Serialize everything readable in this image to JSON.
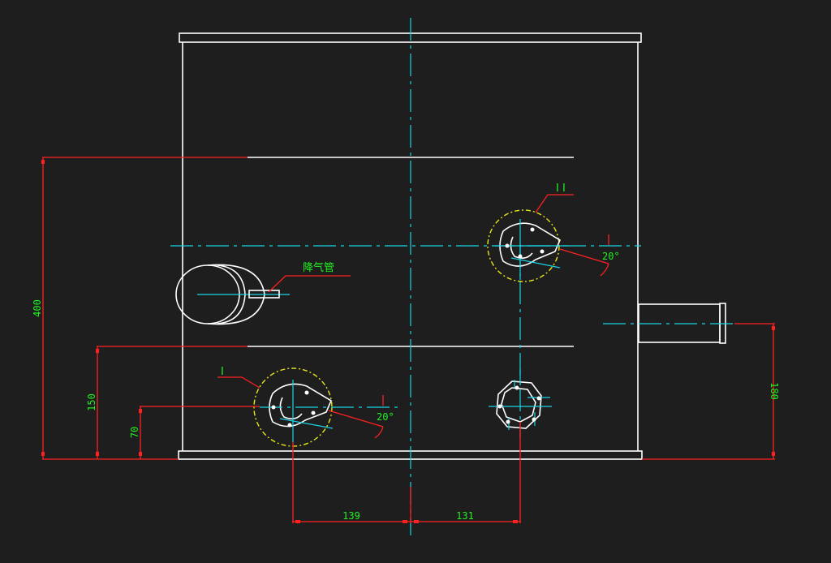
{
  "drawing": {
    "background": "#1e1e1e",
    "colors": {
      "outline": "#ffffff",
      "centerline": "#19d4e6",
      "dimension": "#ff2020",
      "text": "#22ee22",
      "detail_circle": "#e6e61a"
    },
    "labels": {
      "detail_I": "I",
      "detail_II": "I I",
      "vent_pipe": "降气管"
    },
    "dimensions": {
      "overall_height": "400",
      "left_port_height": "150",
      "lower_port_height": "70",
      "outlet_height": "180",
      "left_offset": "139",
      "right_offset": "131",
      "angle_upper": "20°",
      "angle_lower": "20°"
    }
  }
}
